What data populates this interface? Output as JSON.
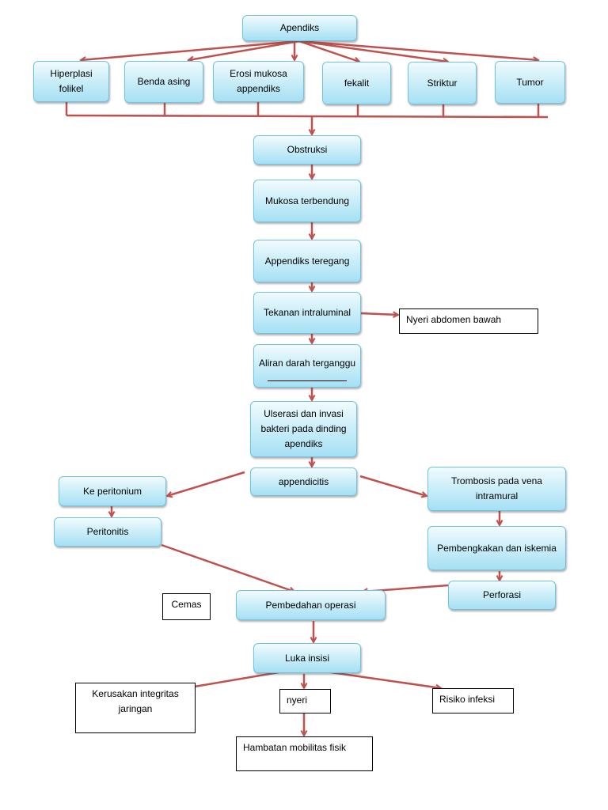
{
  "colors": {
    "arrow": "#c0504d",
    "box_fill_top": "#f1fbfe",
    "box_fill_bottom": "#a6e0f4",
    "box_border": "#72c3e0"
  },
  "nodes": {
    "apendiks": "Apendiks",
    "hiperplasi": "Hiperplasi folikel",
    "benda_asing": "Benda asing",
    "erosi": "Erosi mukosa appendiks",
    "fekalit": "fekalit",
    "striktur": "Striktur",
    "tumor": "Tumor",
    "obstruksi": "Obstruksi",
    "mukosa": "Mukosa terbendung",
    "appendiks_teregang": "Appendiks teregang",
    "tekanan": "Tekanan intraluminal",
    "nyeri_abdomen": "Nyeri abdomen bawah",
    "aliran": "Aliran darah terganggu",
    "ulserasi": "Ulserasi dan invasi bakteri pada dinding apendiks",
    "appendicitis": "appendicitis",
    "ke_peritonium": "Ke peritonium",
    "peritonitis": "Peritonitis",
    "trombosis": "Trombosis pada vena intramural",
    "pembengkakan": "Pembengkakan dan iskemia",
    "perforasi": "Perforasi",
    "cemas": "Cemas",
    "pembedahan": "Pembedahan operasi",
    "luka_insisi": "Luka insisi",
    "kerusakan": "Kerusakan integritas jaringan",
    "nyeri": "nyeri",
    "risiko": "Risiko infeksi",
    "hambatan": "Hambatan mobilitas fisik"
  }
}
